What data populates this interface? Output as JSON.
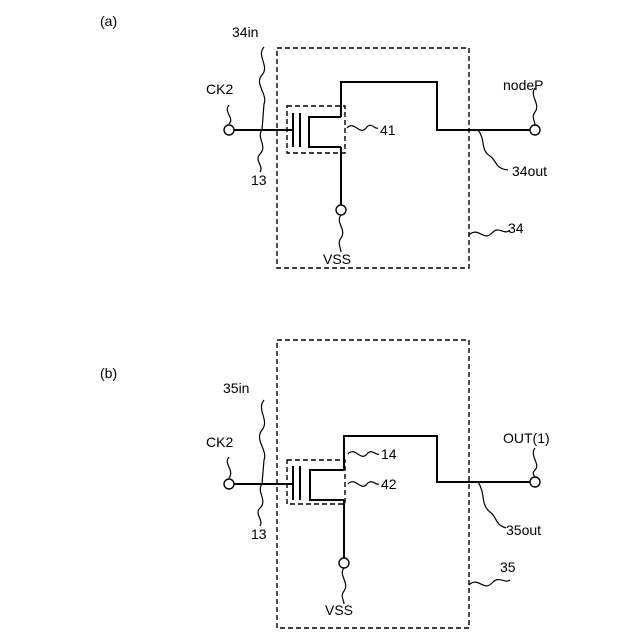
{
  "figure_a": {
    "panel_label": "(a)",
    "labels": {
      "input_node": "34in",
      "clock": "CK2",
      "gate_line": "13",
      "transistor": "41",
      "output_net": "nodeP",
      "output_node": "34out",
      "block": "34",
      "supply": "VSS"
    }
  },
  "figure_b": {
    "panel_label": "(b)",
    "labels": {
      "input_node": "35in",
      "clock": "CK2",
      "gate_line": "13",
      "drain_line": "14",
      "transistor": "42",
      "output_net": "OUT(1)",
      "output_node": "35out",
      "block": "35",
      "supply": "VSS"
    }
  }
}
